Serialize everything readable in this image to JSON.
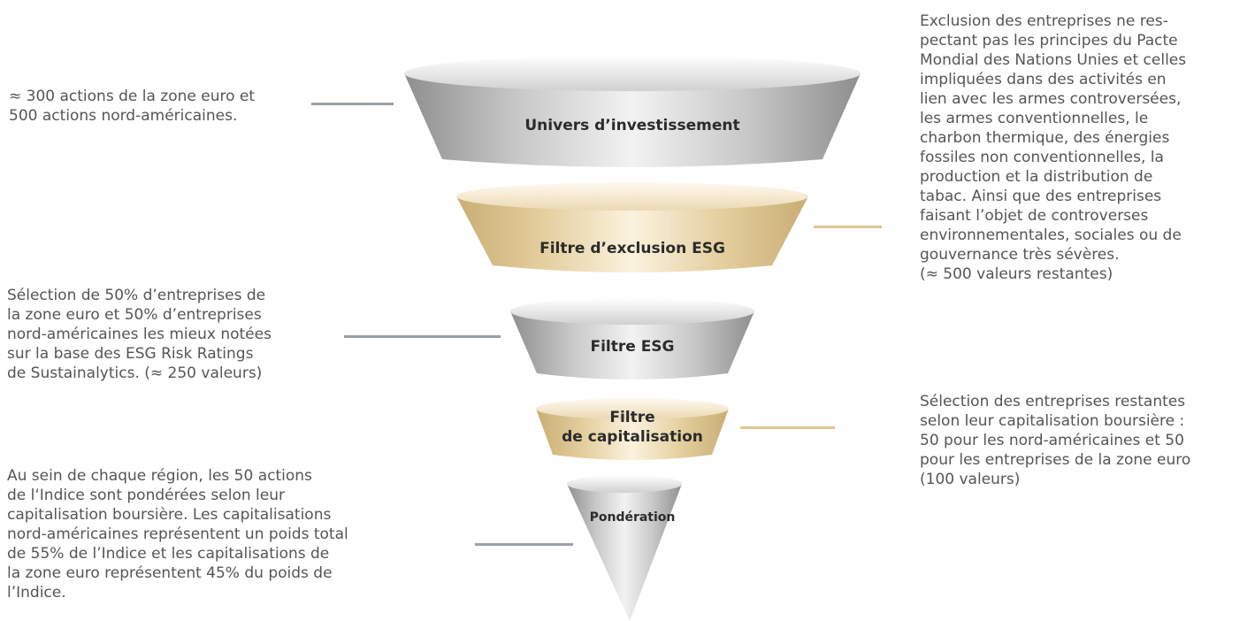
{
  "stages": [
    {
      "label": "Univers d’investissement",
      "tone": "silver"
    },
    {
      "label": "Filtre d’exclusion ESG",
      "tone": "gold"
    },
    {
      "label": "Filtre ESG",
      "tone": "silver"
    },
    {
      "label": "Filtre\nde capitalisation",
      "tone": "gold"
    },
    {
      "label": "Pondération",
      "tone": "silver"
    }
  ],
  "notes": {
    "univers": "≈ 300 actions de la zone euro et\n500 actions nord-américaines.",
    "exclusion": "Exclusion des entreprises ne res-\npectant pas les principes du Pacte\nMondial des Nations Unies et celles\nimpliquées dans des activités en\nlien avec les armes controversées,\nles armes conventionnelles, le\ncharbon thermique, des énergies\nfossiles non conventionnelles, la\nproduction et la distribution de\ntabac. Ainsi que des entreprises\nfaisant l’objet de controverses\nenvironnementales, sociales ou de\ngouvernance très sévères.\n(≈ 500 valeurs restantes)",
    "esg": "Sélection de 50% d’entreprises de\nla zone euro et 50% d’entreprises\nnord-américaines les mieux notées\nsur la base des ESG Risk Ratings\nde Sustainalytics. (≈ 250 valeurs)",
    "capitalisation": "Sélection des entreprises restantes\nselon leur capitalisation boursière :\n50 pour les nord-américaines et 50\npour les entreprises de la zone euro\n(100 valeurs)",
    "ponderation": "Au sein de chaque région, les 50 actions\nde l‘Indice sont pondérées selon leur\ncapitalisation boursière. Les capitalisations\nnord-américaines représentent un poids total\nde 55% de l’Indice et les capitalisations de\nla zone euro représentent 45% du poids de\nl’Indice."
  },
  "colors": {
    "silver_light": "#e9e9e9",
    "silver_mid": "#c4c4c4",
    "silver_dark": "#8e8e8e",
    "gold_light": "#f6ead0",
    "gold_mid": "#e7d3a6",
    "gold_dark": "#c9ad73",
    "connector_grey": "#9aa0a6",
    "connector_gold": "#e2c690"
  }
}
